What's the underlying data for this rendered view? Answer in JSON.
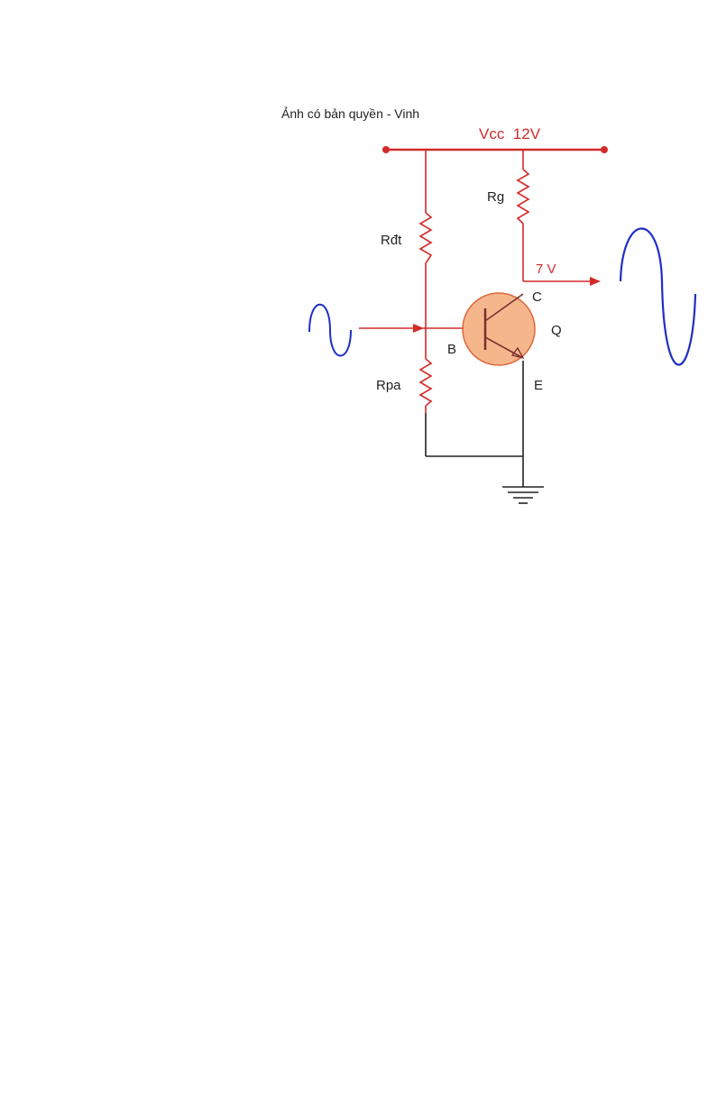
{
  "caption": "Ảnh có bản quyền - Vinh",
  "labels": {
    "supply": "Vcc  12V",
    "collector_resistor": "Rg",
    "upper_bias_resistor": "Rđt",
    "lower_bias_resistor": "Rpa",
    "output_voltage": "7 V",
    "collector": "C",
    "base": "B",
    "emitter": "E",
    "transistor": "Q"
  },
  "colors": {
    "wire": "#d42a2a",
    "ground_wire": "#222222",
    "transistor_fill": "#f6b68c",
    "signal": "#1f2fc6",
    "text": "#222222"
  }
}
